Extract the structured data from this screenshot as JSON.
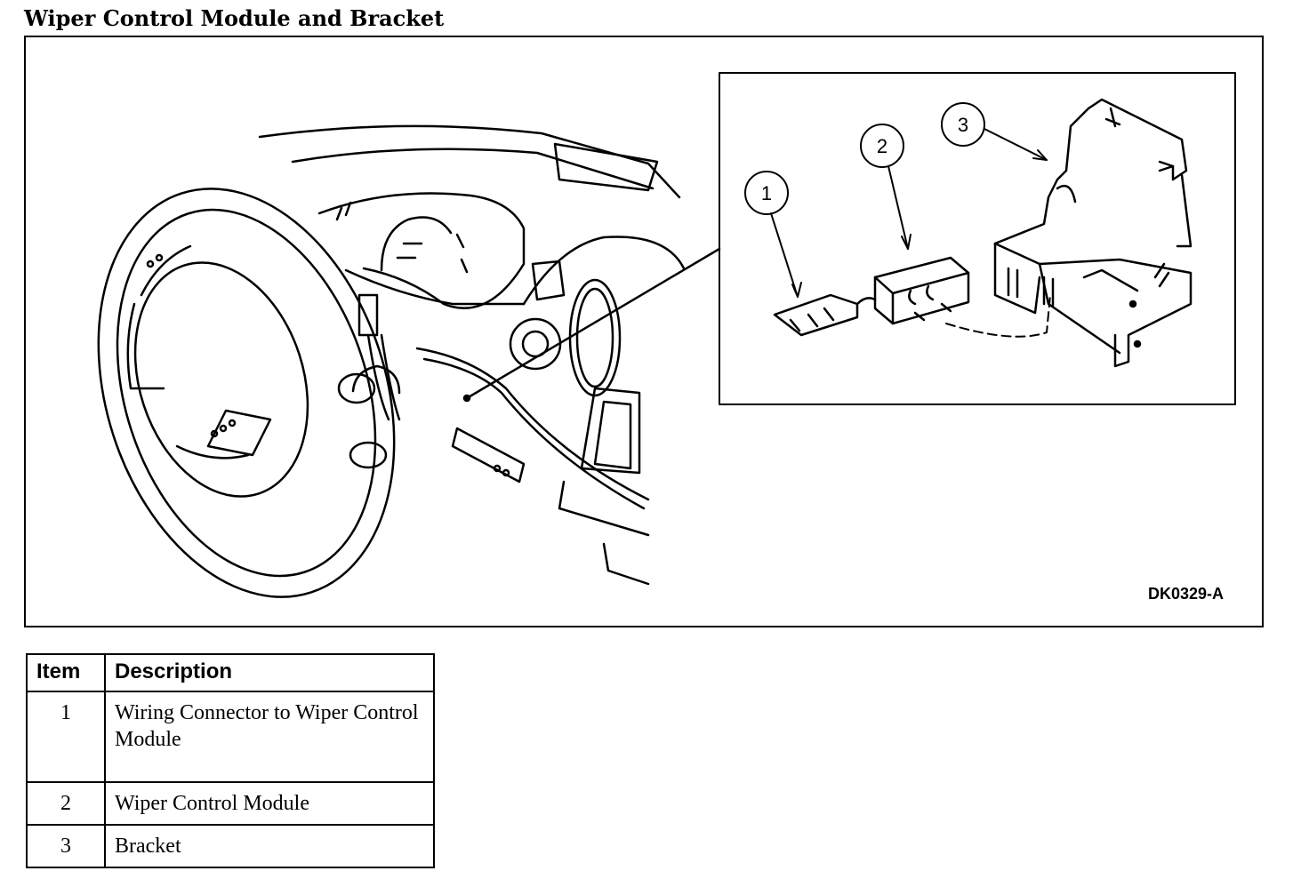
{
  "title": "Wiper Control Module and Bracket",
  "figure_id": "DK0329-A",
  "callouts": [
    "1",
    "2",
    "3"
  ],
  "table": {
    "headers": [
      "Item",
      "Description"
    ],
    "rows": [
      {
        "item": "1",
        "description": "Wiring Connector to Wiper Control Module"
      },
      {
        "item": "2",
        "description": "Wiper Control Module"
      },
      {
        "item": "3",
        "description": "Bracket"
      }
    ]
  }
}
